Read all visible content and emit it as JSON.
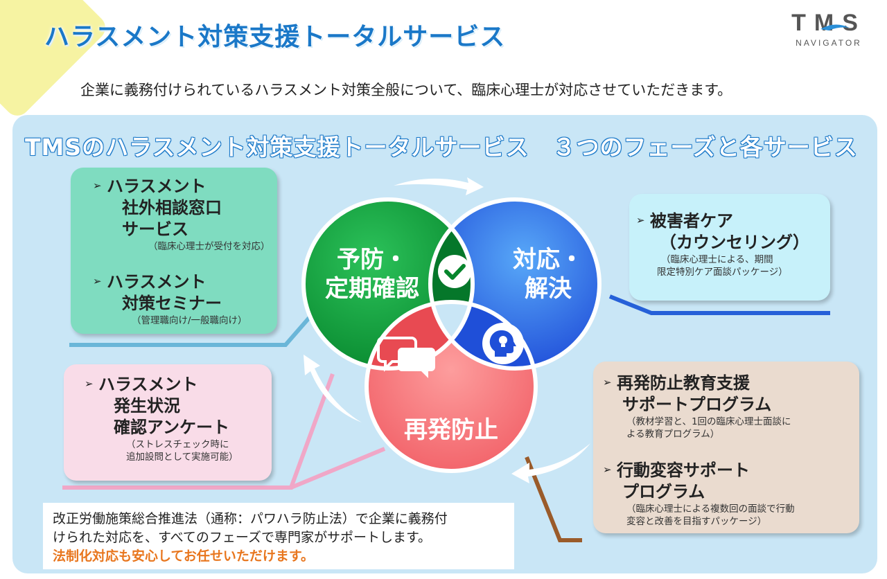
{
  "header": {
    "title": "ハラスメント対策支援トータルサービス",
    "subtitle": "企業に義務付けられているハラスメント対策全般について、臨床心理士が対応させていただきます。",
    "logo_main": "TMS",
    "logo_sub": "NAVIGATOR"
  },
  "panel": {
    "title": "TMSのハラスメント対策支援トータルサービス　３つのフェーズと各サービス"
  },
  "circles": {
    "prevention": [
      "予防・",
      "定期確認"
    ],
    "response": [
      "対応・",
      "解決"
    ],
    "recurrence": "再発防止"
  },
  "services": {
    "consult": {
      "lines": [
        "ハラスメント",
        "社外相談窓口",
        "サービス"
      ],
      "note": "（臨床心理士が受付を対応）"
    },
    "seminar": {
      "lines": [
        "ハラスメント",
        "対策セミナー"
      ],
      "note": "（管理職向け/一般職向け）"
    },
    "survey": {
      "lines": [
        "ハラスメント",
        "発生状況",
        "確認アンケート"
      ],
      "notes": [
        "（ストレスチェック時に",
        "追加設問として実施可能）"
      ]
    },
    "victim_care": {
      "lines": [
        "被害者ケア",
        "（カウンセリング）"
      ],
      "notes": [
        "（臨床心理士による、期間",
        "限定特別ケア面談パッケージ）"
      ]
    },
    "education": {
      "lines": [
        "再発防止教育支援",
        "サポートプログラム"
      ],
      "notes": [
        "（教材学習と、1回の臨床心理士面談に",
        "よる教育プログラム）"
      ]
    },
    "behavior": {
      "lines": [
        "行動変容サポート",
        "プログラム"
      ],
      "notes": [
        "（臨床心理士による複数回の面談で行動",
        "変容と改善を目指すパッケージ）"
      ]
    }
  },
  "note": {
    "line1": "改正労働施策総合推進法（通称：パワハラ防止法）で企業に義務付",
    "line2": "けられた対応を、すべてのフェーズで専門家がサポートします。",
    "line3": "法制化対応も安心してお任せいただけます。"
  },
  "colors": {
    "accent": "#1a78c8",
    "green": "#0aa53c",
    "blue": "#2a63e6",
    "red": "#f0626a",
    "orange": "#e8761e"
  }
}
